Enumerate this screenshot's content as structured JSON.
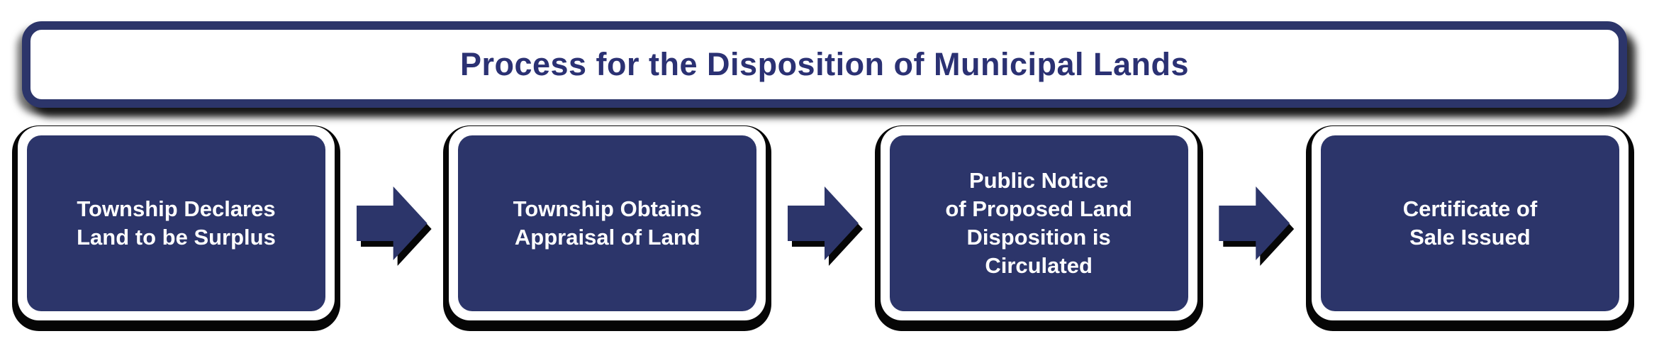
{
  "banner": {
    "title": "Process for the Disposition of Municipal Lands"
  },
  "steps": [
    {
      "label": "Township Declares Land to be Surplus",
      "lines": [
        "Township Declares",
        "Land to be Surplus"
      ]
    },
    {
      "label": "Township Obtains Appraisal of Land",
      "lines": [
        "Township Obtains",
        "Appraisal of Land"
      ]
    },
    {
      "label": "Public Notice of Proposed Land Disposition is Circulated",
      "lines": [
        "Public Notice",
        "of Proposed Land",
        "Disposition is",
        "Circulated"
      ]
    },
    {
      "label": "Certificate of Sale Issued",
      "lines": [
        "Certificate of",
        "Sale Issued"
      ]
    }
  ],
  "flow": {
    "arrow_icon": "right-block-arrow",
    "arrow_count": 3,
    "direction": "left-to-right"
  },
  "colors": {
    "navy": "#2c356a",
    "title_text": "#2b3173",
    "box_text": "#ffffff",
    "shadow": "#060606",
    "background": "#ffffff"
  }
}
